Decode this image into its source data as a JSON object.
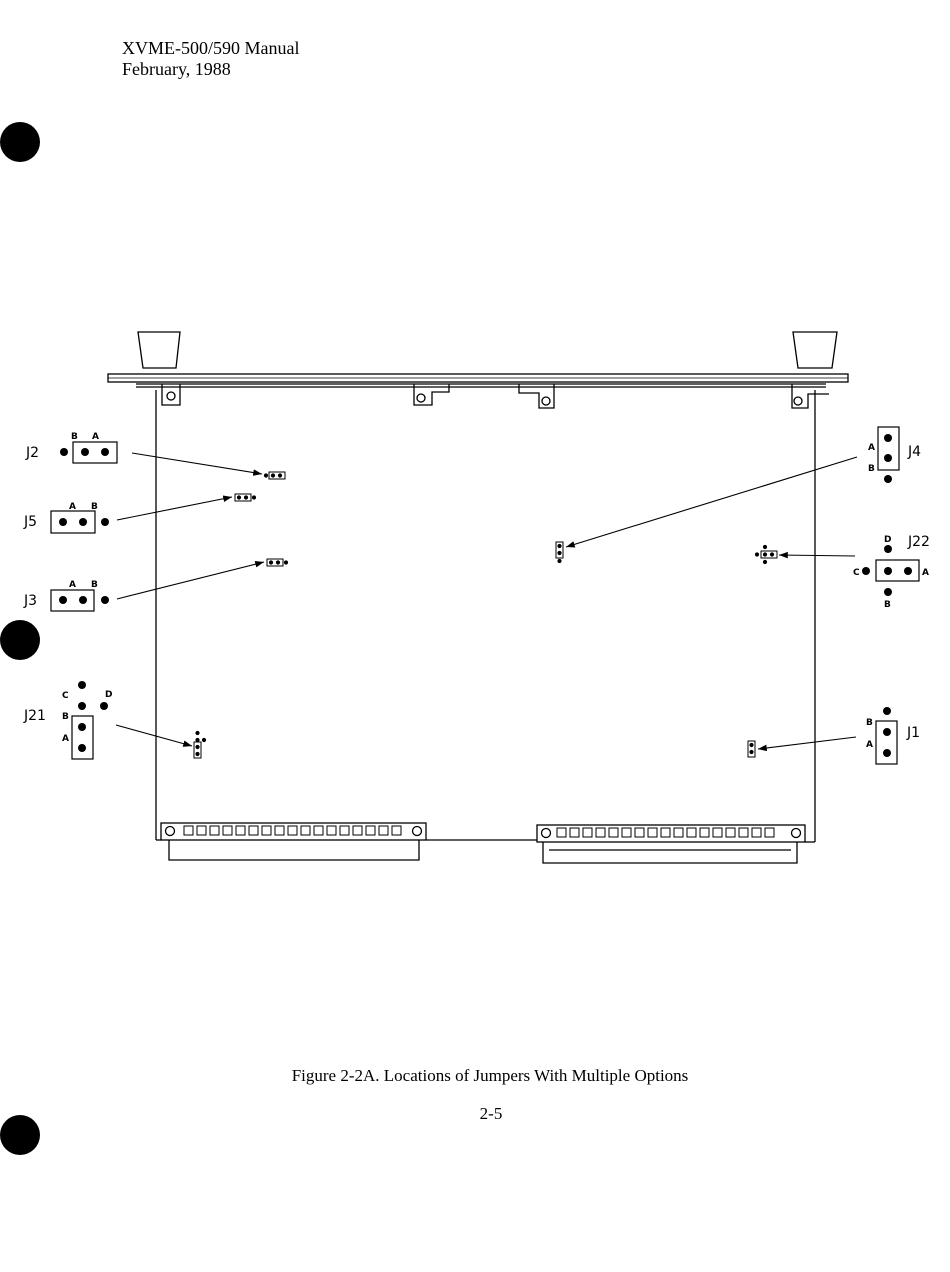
{
  "header": {
    "line1": "XVME-500/590 Manual",
    "line2": "February, 1988"
  },
  "figure": {
    "caption": "Figure 2-2A.  Locations of Jumpers With Multiple Options",
    "jumpers": {
      "j2": {
        "name": "J2",
        "pins": [
          "B",
          "A"
        ]
      },
      "j5": {
        "name": "J5",
        "pins": [
          "A",
          "B"
        ]
      },
      "j3": {
        "name": "J3",
        "pins": [
          "A",
          "B"
        ]
      },
      "j21": {
        "name": "J21",
        "pins": [
          "C",
          "D",
          "B",
          "A"
        ]
      },
      "j4": {
        "name": "J4",
        "pins": [
          "A",
          "B"
        ]
      },
      "j22": {
        "name": "J22",
        "pins": [
          "D",
          "C",
          "A",
          "B"
        ]
      },
      "j1": {
        "name": "J1",
        "pins": [
          "B",
          "A"
        ]
      }
    }
  },
  "page_number": "2-5"
}
